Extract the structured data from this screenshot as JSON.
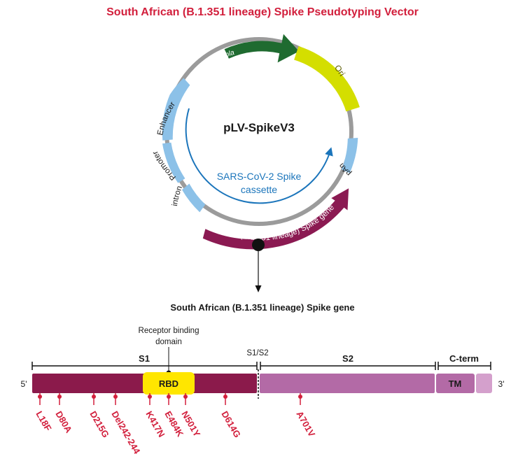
{
  "title": "South African (B.1.351 lineage) Spike Pseudotyping Vector",
  "plasmid": {
    "name": "pLV-SpikeV3",
    "cassette_line1": "SARS-CoV-2 Spike",
    "cassette_line2": "cassette",
    "segments": [
      {
        "id": "bla",
        "label": "bla",
        "color": "#1f6b30"
      },
      {
        "id": "ori",
        "label": "Ori",
        "color": "#d4de00"
      },
      {
        "id": "pan",
        "label": "pAn",
        "color": "#8cc1e8"
      },
      {
        "id": "spike",
        "label": "S.A. (B.1.351 lineage) Spike gene",
        "color": "#8b1a52"
      },
      {
        "id": "intron",
        "label": "intron",
        "color": "#8cc1e8"
      },
      {
        "id": "promoter",
        "label": "Promoter",
        "color": "#8cc1e8"
      },
      {
        "id": "enhancer",
        "label": "Enhancer",
        "color": "#8cc1e8"
      }
    ]
  },
  "gene": {
    "title": "South African (B.1.351 lineage) Spike gene",
    "rbd_caption_line1": "Receptor binding",
    "rbd_caption_line2": "domain",
    "cleavage_label": "S1/S2",
    "region_s1": "S1",
    "region_s2": "S2",
    "region_cterm": "C-term",
    "domain_rbd": "RBD",
    "domain_tm": "TM",
    "five_prime": "5'",
    "three_prime": "3'",
    "mutations": [
      "L18F",
      "D80A",
      "D215G",
      "Del242-244",
      "K417N",
      "E484K",
      "N501Y",
      "D614G",
      "A701V"
    ]
  },
  "colors": {
    "title": "#d21f3c",
    "mutation": "#d21f3c",
    "s1": "#8b1a4b",
    "s2": "#b36aa6",
    "cterm": "#d4a0cc",
    "rbd": "#ffe600",
    "cassette_arrow": "#1b75bb"
  }
}
